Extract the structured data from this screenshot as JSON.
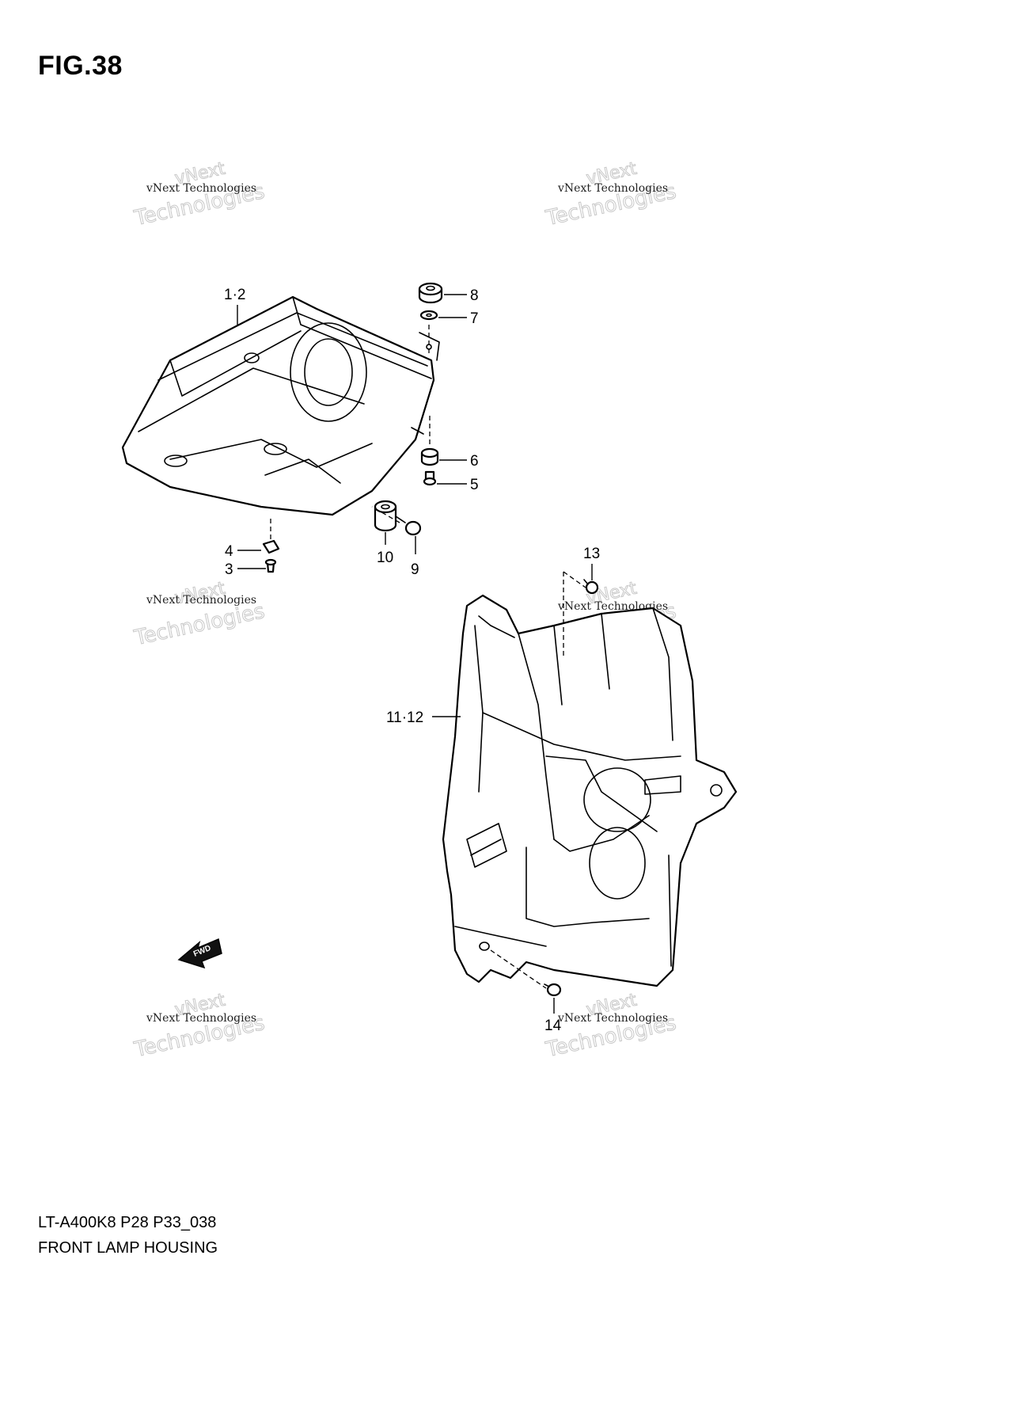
{
  "figure": {
    "title": "FIG.38"
  },
  "callouts": {
    "c1_2": "1·2",
    "c3": "3",
    "c4": "4",
    "c5": "5",
    "c6": "6",
    "c7": "7",
    "c8": "8",
    "c9": "9",
    "c10": "10",
    "c11_12": "11·12",
    "c13": "13",
    "c14": "14"
  },
  "watermark": {
    "line_small": "vNext Technologies",
    "line_top": "vNext",
    "line_bottom": "Technologies"
  },
  "fwd_label": "FWD",
  "footer": {
    "model_code": "LT-A400K8 P28 P33_038",
    "section_name": "FRONT LAMP HOUSING"
  }
}
